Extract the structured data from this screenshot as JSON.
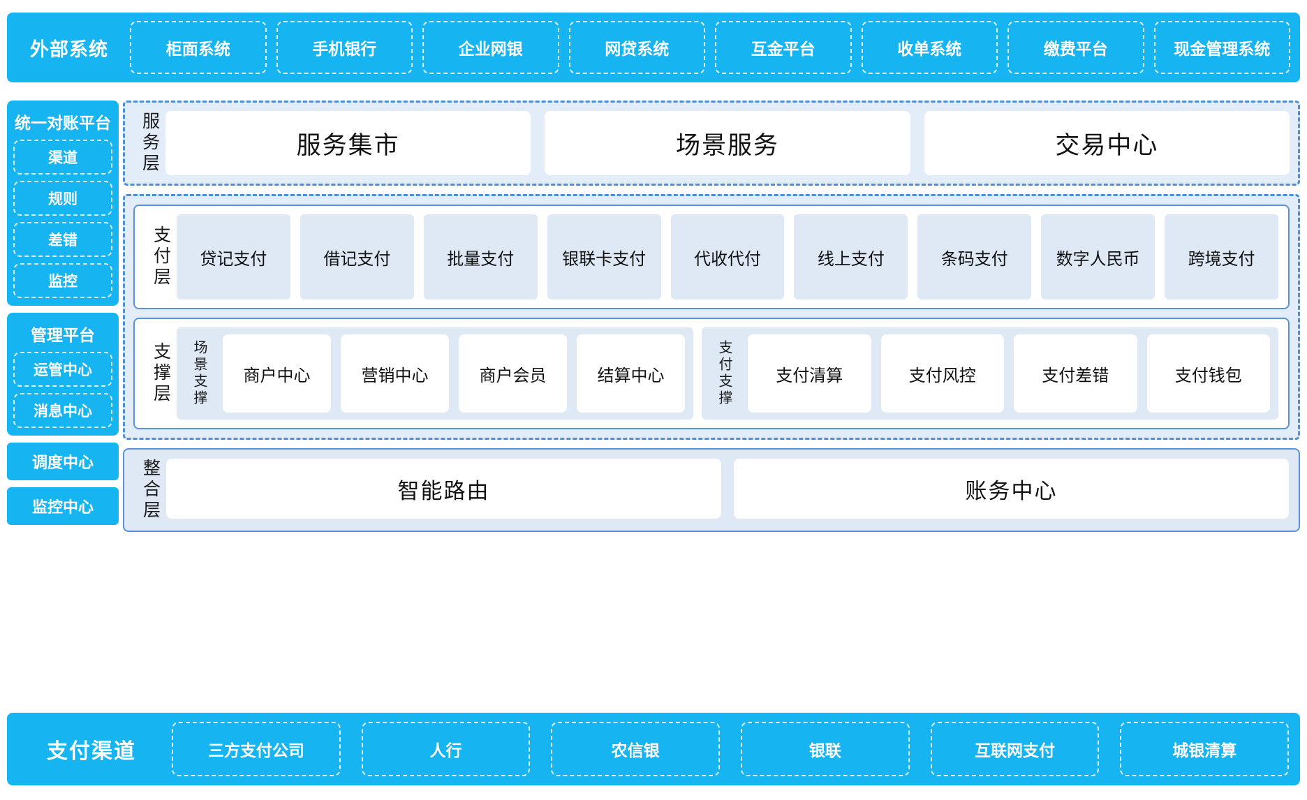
{
  "external_systems": {
    "title": "外部系统",
    "items": [
      "柜面系统",
      "手机银行",
      "企业网银",
      "网贷系统",
      "互金平台",
      "收单系统",
      "缴费平台",
      "现金管理系统"
    ]
  },
  "left_column": {
    "reconciliation_platform": {
      "title": "统一对账平台",
      "items": [
        "渠道",
        "规则",
        "差错",
        "监控"
      ]
    },
    "management_platform": {
      "title": "管理平台",
      "items": [
        "运管中心",
        "消息中心"
      ]
    },
    "standalone": [
      "调度中心",
      "监控中心"
    ]
  },
  "service_layer": {
    "label": "服务层",
    "items": [
      "服务集市",
      "场景服务",
      "交易中心"
    ]
  },
  "payment_layer": {
    "label": "支付层",
    "items": [
      "贷记支付",
      "借记支付",
      "批量支付",
      "银联卡支付",
      "代收代付",
      "线上支付",
      "条码支付",
      "数字人民币",
      "跨境支付"
    ]
  },
  "support_layer": {
    "label": "支撑层",
    "groups": [
      {
        "label": "场景支撑",
        "items": [
          "商户中心",
          "营销中心",
          "商户会员",
          "结算中心"
        ]
      },
      {
        "label": "支付支撑",
        "items": [
          "支付清算",
          "支付风控",
          "支付差错",
          "支付钱包"
        ]
      }
    ]
  },
  "integration_layer": {
    "label": "整合层",
    "items": [
      "智能路由",
      "账务中心"
    ]
  },
  "payment_channels": {
    "title": "支付渠道",
    "items": [
      "三方支付公司",
      "人行",
      "农信银",
      "银联",
      "互联网支付",
      "城银清算"
    ]
  },
  "colors": {
    "brand_blue": "#16b4f0",
    "panel_blue": "#dfe9f6",
    "group_bg": "#e3edf9",
    "border_blue": "#5b93d6",
    "dash_blue": "#4b8fd4"
  }
}
